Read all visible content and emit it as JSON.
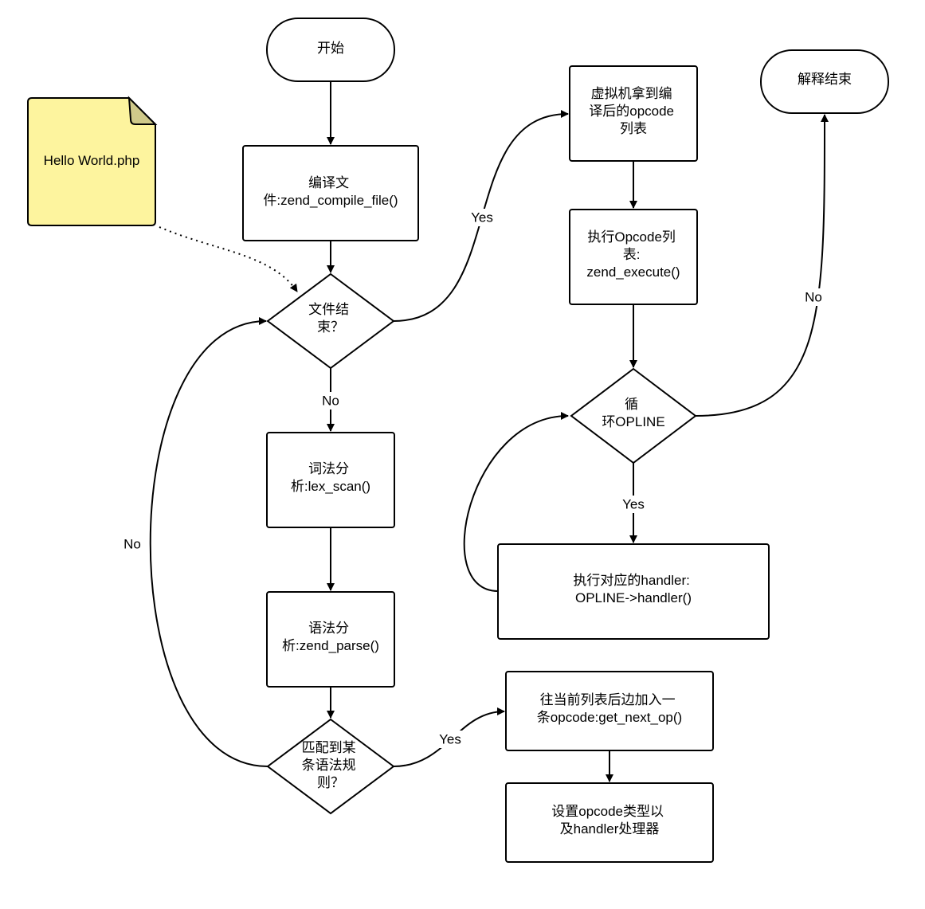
{
  "colors": {
    "stroke": "#000000",
    "node_fill": "#ffffff",
    "note_fill": "#fdf49e",
    "note_fold": "#cfc98a",
    "background": "#ffffff"
  },
  "nodes": {
    "start": [
      "开始"
    ],
    "compile": [
      "编译文",
      "件:zend_compile_file()"
    ],
    "eof": [
      "文件结",
      "束？"
    ],
    "lex": [
      "词法分",
      "析:lex_scan()"
    ],
    "parse": [
      "语法分",
      "析:zend_parse()"
    ],
    "match": [
      "匹配到某",
      "条语法规",
      "则？"
    ],
    "append": [
      "往当前列表后边加入一",
      "条opcode:get_next_op()"
    ],
    "set_type": [
      "设置opcode类型以",
      "及handler处理器"
    ],
    "vm_get": [
      "虚拟机拿到编",
      "译后的opcode",
      "列表"
    ],
    "execute": [
      "执行Opcode列",
      "表:",
      "zend_execute()"
    ],
    "loop": [
      "循",
      "环OPLINE"
    ],
    "handler": [
      "执行对应的handler:",
      "OPLINE->handler()"
    ],
    "end": [
      "解释结束"
    ],
    "note": [
      "Hello World.php"
    ]
  },
  "edge_labels": {
    "eof_yes": "Yes",
    "eof_no": "No",
    "match_yes": "Yes",
    "match_no": "No",
    "loop_yes": "Yes",
    "loop_no": "No"
  }
}
